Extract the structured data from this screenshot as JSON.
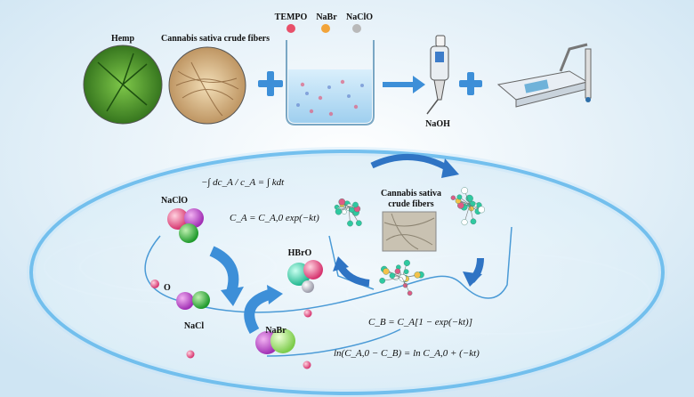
{
  "top_labels": {
    "hemp": "Hemp",
    "crude_fibers": "Cannabis sativa crude fibers",
    "tempo": "TEMPO",
    "nabr": "NaBr",
    "naclo": "NaClO",
    "naoh": "NaOH"
  },
  "cycle_labels": {
    "naclo": "NaClO",
    "o": "O",
    "nacl": "NaCl",
    "hbro": "HBrO",
    "nabr": "NaBr",
    "fibers_line1": "Cannabis sativa",
    "fibers_line2": "crude fibers"
  },
  "equations": {
    "integral": "−∫ dc_A / c_A = ∫ kdt",
    "ca": "C_A = C_A,0 exp(−kt)",
    "cb": "C_B = C_A[1 − exp(−kt)]",
    "ln": "ln(C_A,0 − C_B) = ln C_A,0 + (−kt)"
  },
  "colors": {
    "accent_blue": "#3d8fd8",
    "tempo_dot": "#e8506a",
    "nabr_dot": "#f2a43a",
    "naclo_dot": "#b9b9b9",
    "ellipse_glow": "#3aa6e6"
  }
}
